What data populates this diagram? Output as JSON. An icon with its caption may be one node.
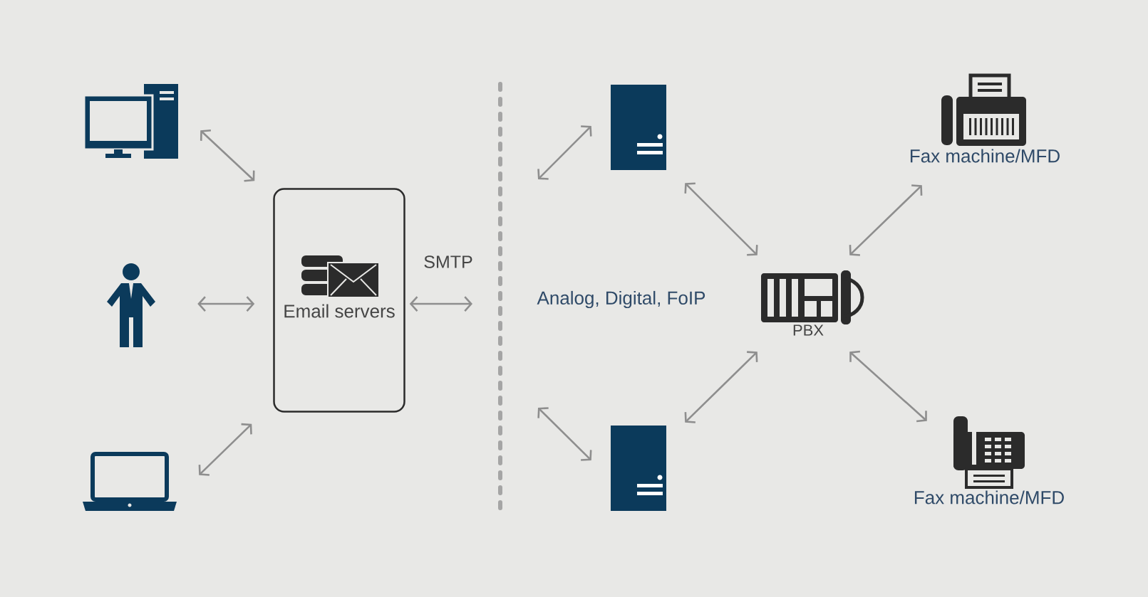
{
  "diagram": {
    "nodes": [
      {
        "text": [],
        "shape": "computer"
      },
      {
        "text": [],
        "shape": "person"
      },
      {
        "text": [],
        "shape": "laptop"
      },
      {
        "text": [
          "Email servers"
        ]
      },
      {
        "text": [],
        "shape": "server"
      },
      {
        "text": [],
        "shape": "server"
      },
      {
        "text": [
          "PBX"
        ]
      },
      {
        "text": [
          "Fax machine/MFD"
        ]
      },
      {
        "text": [
          "Fax machine/MFD"
        ]
      }
    ],
    "edges": [
      {
        "from": 0,
        "to": 3,
        "arrow": "both"
      },
      {
        "from": 1,
        "to": 3,
        "arrow": "both"
      },
      {
        "from": 2,
        "to": 3,
        "arrow": "both"
      },
      {
        "from": 3,
        "to": null,
        "arrow": "both",
        "label": "SMTP"
      },
      {
        "from": null,
        "to": 4,
        "arrow": "both"
      },
      {
        "from": null,
        "to": 5,
        "arrow": "both"
      },
      {
        "from": 4,
        "to": 6,
        "arrow": "both"
      },
      {
        "from": 5,
        "to": 6,
        "arrow": "both"
      },
      {
        "from": 6,
        "to": 7,
        "arrow": "both"
      },
      {
        "from": 6,
        "to": 8,
        "arrow": "both"
      }
    ],
    "labels": [
      "Analog, Digital, FoIP"
    ]
  }
}
